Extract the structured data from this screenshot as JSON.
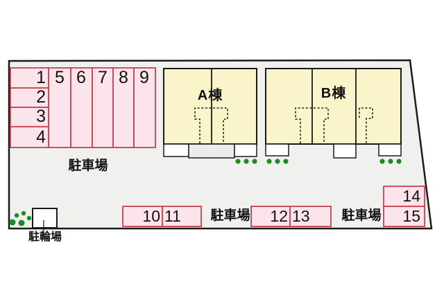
{
  "labels": {
    "building_a": "A棟",
    "building_b": "B棟",
    "parking_area_left": "駐車場",
    "parking_area_center": "駐車場",
    "parking_area_right": "駐車場",
    "bicycle_area": "駐輪場"
  },
  "spaces": {
    "left_column": [
      "1",
      "2",
      "3",
      "4"
    ],
    "top_row": [
      "5",
      "6",
      "7",
      "8",
      "9"
    ],
    "bottom_left_pair": [
      "10",
      "11"
    ],
    "bottom_center_pair": [
      "12",
      "13"
    ],
    "right_pair": [
      "14",
      "15"
    ]
  },
  "colors": {
    "page_bg": "#ffffff",
    "site_fill": "#f0f0ee",
    "outline": "#1a1a1a",
    "stall_fill": "#fce4ec",
    "stall_border": "#c6414f",
    "building_fill": "#faf4cb",
    "building_border": "#191919",
    "porch_fill": "#ffffff",
    "recess_fill": "#ececec",
    "path_dash": "#222222",
    "shrub_green": "#1f8a1f",
    "text": "#111111"
  }
}
